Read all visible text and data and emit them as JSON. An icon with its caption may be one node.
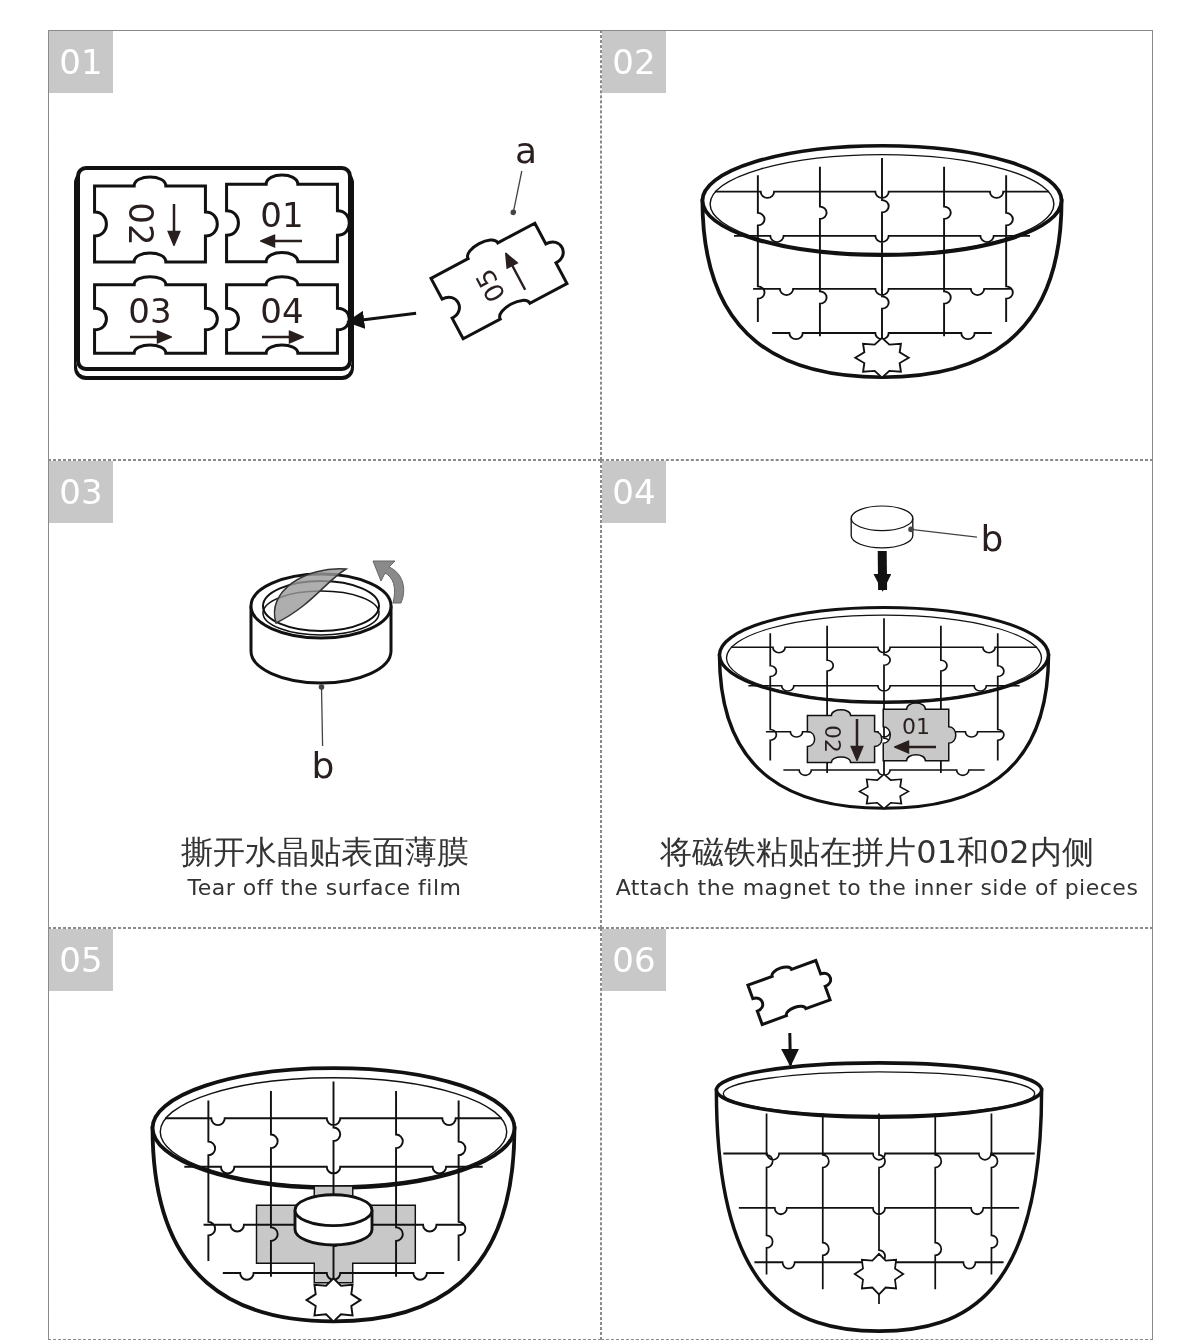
{
  "diagram": {
    "nodes": [
      {
        "text": [
          "01"
        ]
      },
      {
        "text": [],
        "shape": "picture",
        "in": 0
      },
      {
        "text": [
          "02"
        ],
        "in": 1
      },
      {
        "text": [
          "01"
        ],
        "in": 1
      },
      {
        "text": [
          "03"
        ],
        "in": 1
      },
      {
        "text": [
          "04"
        ],
        "in": 1
      },
      {
        "text": [
          "05"
        ],
        "in": 0
      },
      {
        "text": [
          "a"
        ],
        "in": 0
      },
      {
        "text": [
          "02"
        ]
      },
      {
        "text": [],
        "shape": "picture",
        "in": 8
      },
      {
        "text": [
          "03",
          "撕开水晶贴表面薄膜",
          "Tear off the surface film"
        ]
      },
      {
        "text": [],
        "shape": "cylinder",
        "in": 10
      },
      {
        "text": [
          "b"
        ],
        "in": 10
      },
      {
        "text": [
          "04",
          "将磁铁粘贴在拼片01和02内侧",
          "Attach the magnet to the inner side of pieces"
        ]
      },
      {
        "text": [],
        "shape": "cylinder",
        "in": 13
      },
      {
        "text": [
          "b"
        ],
        "in": 13
      },
      {
        "text": [],
        "shape": "picture",
        "in": 13
      },
      {
        "text": [
          "02"
        ],
        "in": 16
      },
      {
        "text": [
          "01"
        ],
        "in": 16
      },
      {
        "text": [
          "05"
        ]
      },
      {
        "text": [],
        "shape": "picture",
        "in": 19
      },
      {
        "text": [
          "06"
        ]
      },
      {
        "text": [],
        "shape": "picture",
        "in": 21
      },
      {
        "text": [],
        "shape": "picture",
        "in": 21
      }
    ],
    "edges": [
      {
        "from": 6,
        "to": 1,
        "arrow": "to"
      },
      {
        "from": 7,
        "to": 6,
        "arrow": "other"
      },
      {
        "from": 12,
        "to": 11,
        "arrow": "other"
      },
      {
        "from": 14,
        "to": 16,
        "arrow": "to",
        "style": "thick"
      },
      {
        "from": 15,
        "to": 14,
        "arrow": "other"
      },
      {
        "from": 22,
        "to": 23,
        "arrow": "to"
      }
    ]
  }
}
